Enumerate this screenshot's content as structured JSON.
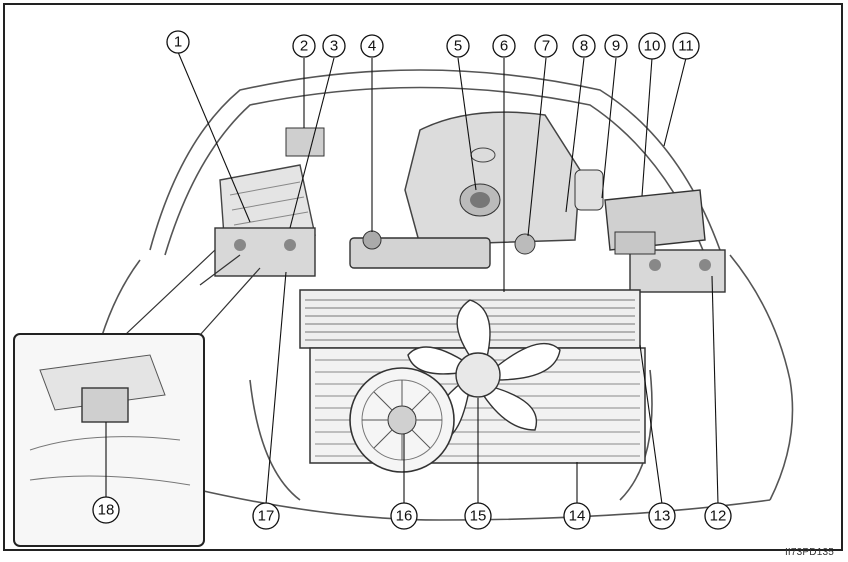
{
  "figure_code": "II73PD135",
  "callouts": [
    "1",
    "2",
    "3",
    "4",
    "5",
    "6",
    "7",
    "8",
    "9",
    "10",
    "11",
    "12",
    "13",
    "14",
    "15",
    "16",
    "17",
    "18"
  ]
}
